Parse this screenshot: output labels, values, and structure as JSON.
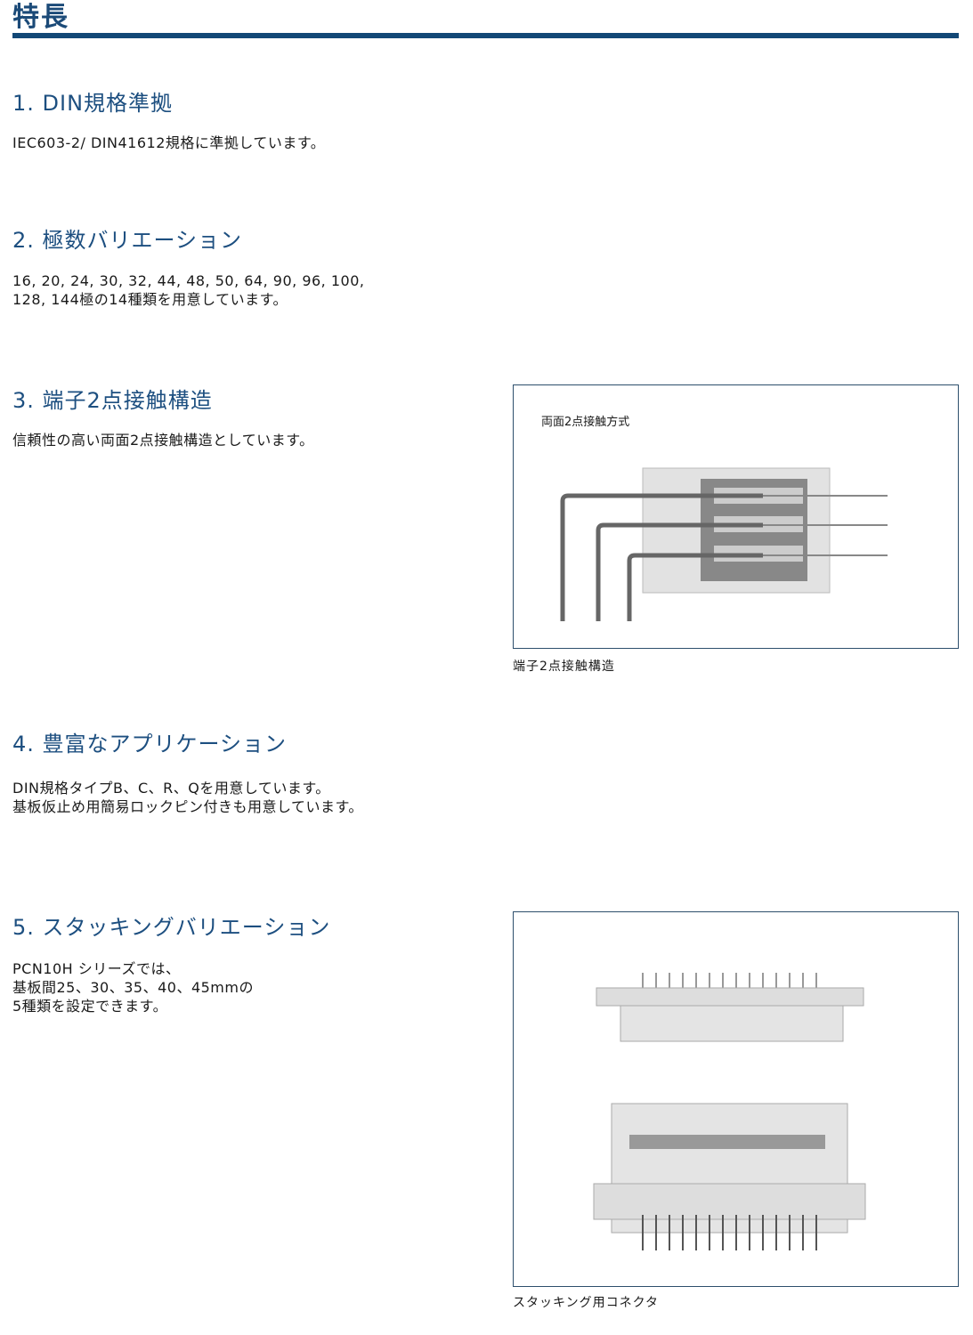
{
  "page_title": "特長",
  "sections": [
    {
      "heading": "1. DIN規格準拠",
      "body": "IEC603-2/ DIN41612規格に準拠しています。"
    },
    {
      "heading": "2. 極数バリエーション",
      "body": "16, 20, 24, 30, 32, 44, 48, 50, 64, 90, 96, 100,\n128, 144極の14種類を用意しています。"
    },
    {
      "heading": "3. 端子2点接触構造",
      "body": "信頼性の高い両面2点接触構造としています。"
    },
    {
      "heading": "4. 豊富なアプリケーション",
      "body": "DIN規格タイプB、C、R、Qを用意しています。\n基板仮止め用簡易ロックピン付きも用意しています。"
    },
    {
      "heading": "5. スタッキングバリエーション",
      "body": "PCN10H シリーズでは、\n基板間25、30、35、40、45mmの\n5種類を設定できます。"
    }
  ],
  "figures": [
    {
      "label": "両面2点接触方式",
      "caption": "端子2点接触構造"
    },
    {
      "caption": "スタッキング用コネクタ"
    }
  ],
  "colors": {
    "accent": "#124876",
    "heading": "#1d4f80"
  }
}
